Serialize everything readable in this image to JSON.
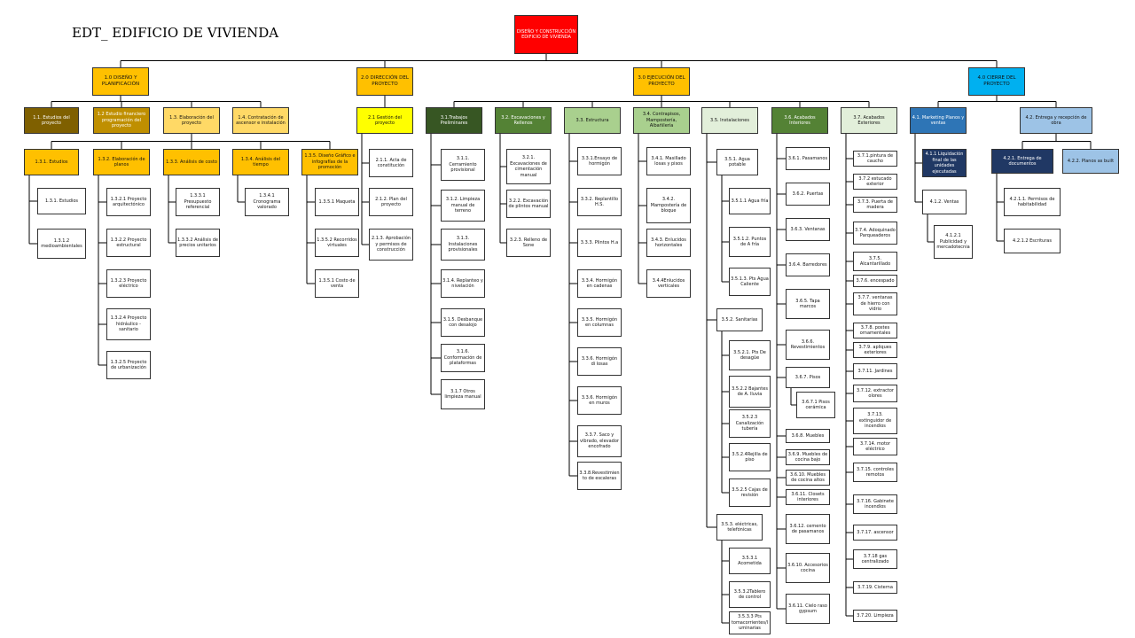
{
  "title": "EDT_ EDIFICIO DE VIVIENDA",
  "colors": {
    "root": "#ff0000",
    "phase": "#ffc000",
    "phase_close": "#00b0f0",
    "brown": "#7f6000",
    "dark_gold": "#bf8f00",
    "light_gold": "#ffd966",
    "yellow": "#ffff00",
    "dark_green": "#375623",
    "green": "#548235",
    "light_green": "#a9d08e",
    "pale_green": "#e2efda",
    "blue": "#2e75b6",
    "navy": "#203864",
    "light_blue": "#9dc3e6",
    "white": "#ffffff",
    "line": "#000000"
  },
  "nodes": {
    "root": "DISEÑO Y CONSTRUCCIÓN EDIFICIO DE VIVIENDA",
    "p1": "1.0 DISEÑO Y PLANIFICACIÓN",
    "p2": "2.0 DIRECCIÓN DEL PROYECTO",
    "p3": "3.0 EJECUCIÓN DEL PROYECTO",
    "p4": "4.0 CIERRE DEL PROYECTO",
    "n11": "1.1. Estudios del proyecto",
    "n12": "1.2 Estudio financiero programación del proyecto",
    "n13": "1.3. Elaboración del proyecto",
    "n14": "1.4. Contratación de ascensor e instalación",
    "n131": "1.3.1. Estudios",
    "n1311": "1.3.1. Estudios",
    "n1312": "1.3.1.2 medioambientales",
    "n132": "1.3.2. Elaboración de planos",
    "n1321": "1.3.2.1 Proyecto arquitectónico",
    "n1322": "1.3.2.2 Proyecto estructural",
    "n1323": "1.3.2.3 Proyecto eléctrico",
    "n1324": "1.3.2.4 Proyecto hidráulico - sanitario",
    "n1325": "1.3.2.5 Proyecto de urbanización",
    "n133": "1.3.3. Análisis de costo",
    "n1331": "1.3.3.1 Presupuesto referencial",
    "n1332": "1.3.3.2 Análisis de precios unitarios",
    "n134": "1.3.4. Análisis del tiempo",
    "n1341": "1.3.4.1 Cronograma valorado",
    "n135": "1.3.5. Diseño Gráfico e infografías de la promoción",
    "n1351": "1.3.5.1 Maqueta",
    "n1352": "1.3.5.2 Recorridos virtuales",
    "n1353": "1.3.5.1 Costo de venta",
    "n21": "2.1 Gestión del proyecto",
    "n211": "2.1.1. Acta de constitución",
    "n212": "2.1.2. Plan del proyecto",
    "n213": "2.1.3. Aprobación y permisos de construcción",
    "n31": "3.1.Trabajos Preliminares",
    "n311": "3.1.1. Cerramiento provisional",
    "n312": "3.1.2. Limpieza manual de terreno",
    "n313": "3.1.3. Instalaciones provisionales",
    "n314": "3.1.4. Replanteo y nivelación",
    "n315": "3.1.5. Desbanque con desalojo",
    "n316": "3.1.6. Conformación de plataformas",
    "n317": "3.1.7 Otros limpieza manual",
    "n32": "3.2. Excavaciones y Rellenos",
    "n321": "3.2.1. Excavaciones de cimentación manual",
    "n322": "3.2.2. Excavación de plintos manual",
    "n323": "3.2.3. Relleno de Sone",
    "n33": "3.3. Estructura",
    "n331": "3.3.1.Ensayo de hormigón",
    "n332": "3.3.2. Replantillo H.S.",
    "n333": "3.3.3. Plintos H.a",
    "n334": "3.3.4. Hormigón en cadenas",
    "n335": "3.3.5. Hormigón en columnas",
    "n336": "3.3.6. Hormigón di losas",
    "n337": "3.3.6. Hormigón en muros",
    "n338": "3.3.7. Saco y vibrado, elevador encofrado",
    "n339": "3.3.8.Revestimiento de escaleras",
    "n34": "3.4. Contrapisos, Mampostería, Albañilería",
    "n341": "3.4.1. Masillado losas y pisos",
    "n342": "3.4.2. Mampostería de bloque",
    "n343": "3.4.3. Enlucidos horizontales",
    "n344": "3.4.4Enlucidos verticales",
    "n35": "3.5. Instalaciones",
    "n351": "3.5.1. Agua potable",
    "n3511": "3.5.1.1 Agua fría",
    "n3512": "3.5.1.2. Puntos de A fría",
    "n3513": "3.5.1.3. Pts Agua Caliente",
    "n352": "3.5.2. Sanitarias",
    "n3521": "3.5.2.1. Pts De desagüe",
    "n3522": "3.5.2.2 Bajantes de A. lluvia",
    "n3523": "3.5.2.3 Canalización tubería",
    "n3524": "3.5.2.4Rejilla de piso",
    "n3525": "3.5.2.5 Cajas de revisión",
    "n353": "3.5.3. eléctricas, telefónicas",
    "n3531": "3.5.3.1 Acometida",
    "n3532": "3.5.3.2Tablero de control",
    "n3533": "3.5.3.3 Pts tomacorrientes/luminarias",
    "n36": "3.6. Acabados Interiores",
    "n361": "3.6.1. Pasamanos",
    "n362": "3.6.2. Puertas",
    "n363": "3.6.3. Ventanas",
    "n364": "3.6.4. Barredores",
    "n365": "3.6.5. Tapa marcos",
    "n366": "3.6.6. Revestimientos",
    "n367": "3.6.7. Pisos",
    "n3671": "3.6.7.1 Pisos cerámica",
    "n368": "3.6.8. Muebles",
    "n369": "3.6.9. Muebles de cocina bajo",
    "n3610": "3.6.10. Muebles de cocina altos",
    "n3611": "3.6.11. Closets interiores",
    "n3612": "3.6.12. cemento de pasamanos",
    "n3613": "3.6.10. Accesorios cocina",
    "n3614": "3.6.11. Cielo raso gypsum",
    "n37": "3.7. Acabados Exteriores",
    "n371": "3.7.1.pintura de caucho",
    "n372": "3.7.2 estucado exterior",
    "n373": "3.7.3. Puerta de madera",
    "n374": "3.7.4. Adoquinado Parqueaderos",
    "n375": "3.7.5. Alcantarillado",
    "n376": "3.7.6. encespado",
    "n377": "3.7.7. ventanas de hierro con vidrio",
    "n378": "3.7.8. postes ornamentales",
    "n379": "3.7.9. apliques exteriores",
    "n3711": "3.7.11. Jardines",
    "n3712": "3.7.12. extractor olores",
    "n3713": "3.7.13. extinguidor de incendios",
    "n3714": "3.7.14. motor eléctrico",
    "n3715": "3.7.15. controles remotos",
    "n3716": "3.7.16. Gabinete incendios",
    "n3717": "3.7.17. ascensor",
    "n3718": "3.7.18 gas centralizado",
    "n3719": "3.7.19. Cisterna",
    "n3720": "3.7.20. Limpieza",
    "n41": "4.1. Marketing Planos y ventas",
    "n411": "4.1.1 Liquidación final de las unidades ejecutadas",
    "n412": "4.1.2. Ventas",
    "n4121": "4.1.2.1 Publicidad y mercadotecnia",
    "n42": "4.2. Entrega y recepción de obra",
    "n421": "4.2.1. Entrega de documentos",
    "n422": "4.2.2. Planos as built",
    "n4211": "4.2.1.1. Permisos de habitabilidad",
    "n4212": "4.2.1.2 Escrituras"
  }
}
